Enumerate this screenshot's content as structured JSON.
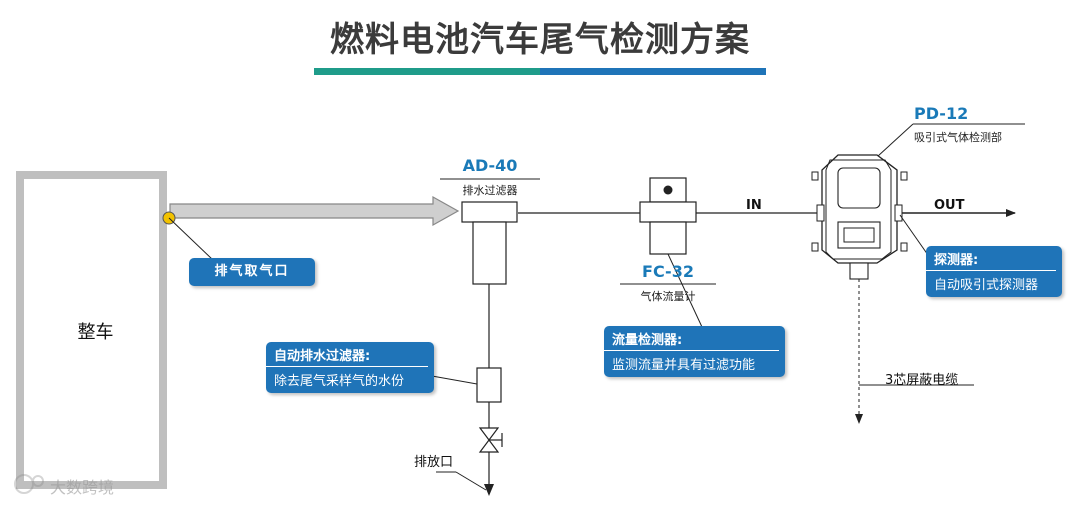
{
  "title": "燃料电池汽车尾气检测方案",
  "colors": {
    "accent_teal": "#1f9c8a",
    "accent_blue": "#1f74b8",
    "line": "#222222",
    "vehicle_border": "#bfbfbf"
  },
  "vehicle": {
    "label": "整车"
  },
  "sampling_port": {
    "label": "排气取气口"
  },
  "filter": {
    "model": "AD-40",
    "name": "排水过滤器"
  },
  "flowmeter": {
    "model": "FC-32",
    "name": "气体流量计"
  },
  "detector_unit": {
    "model": "PD-12",
    "name": "吸引式气体检测部"
  },
  "flow_labels": {
    "in": "IN",
    "out": "OUT"
  },
  "auto_drain": {
    "title": "自动排水过滤器:",
    "desc": "除去尾气采样气的水份"
  },
  "flow_detector": {
    "title": "流量检测器:",
    "desc": "监测流量并具有过滤功能"
  },
  "probe": {
    "title": "探测器:",
    "desc": "自动吸引式探测器"
  },
  "cable": {
    "label": "3芯屏蔽电缆"
  },
  "outlet": {
    "label": "排放口"
  },
  "watermark": {
    "text": "大数跨境"
  }
}
